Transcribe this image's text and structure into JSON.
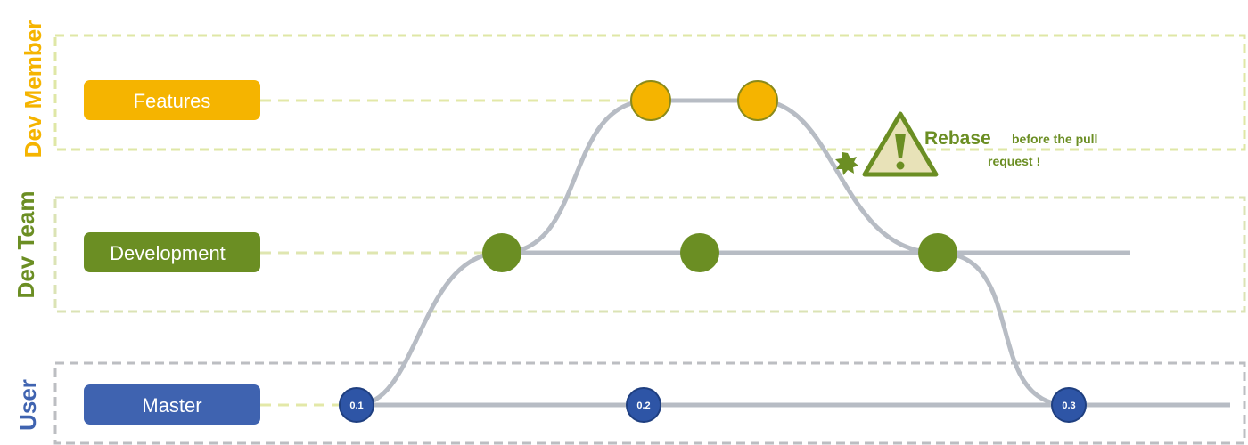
{
  "colors": {
    "dev_member": "#f5b400",
    "dev_team": "#6b8e23",
    "user": "#3f63b0",
    "flow_line": "#b7bcc4",
    "member_border": "#dfe7a6",
    "team_border": "#dbe3b5",
    "user_border": "#bcbec2",
    "commit_outline": "#8a8a1a",
    "warning_fill": "#e8e2b8",
    "warning_mark": "#6b8e23"
  },
  "lanes": [
    {
      "id": "member",
      "label": "Dev Member",
      "color_key": "dev_member"
    },
    {
      "id": "team",
      "label": "Dev Team",
      "color_key": "dev_team"
    },
    {
      "id": "user",
      "label": "User",
      "color_key": "user"
    }
  ],
  "branches": {
    "features": {
      "label": "Features"
    },
    "development": {
      "label": "Development"
    },
    "master": {
      "label": "Master"
    }
  },
  "commits": {
    "features": [
      {
        "tag": ""
      },
      {
        "tag": ""
      }
    ],
    "development": [
      {
        "tag": ""
      },
      {
        "tag": ""
      },
      {
        "tag": ""
      }
    ],
    "master": [
      {
        "tag": "0.1"
      },
      {
        "tag": "0.2"
      },
      {
        "tag": "0.3"
      }
    ]
  },
  "note": {
    "bold": "Rebase",
    "rest_line1": "before the pull",
    "rest_line2": "request !",
    "icon": "warning-triangle-icon",
    "marker": "starburst-icon"
  }
}
